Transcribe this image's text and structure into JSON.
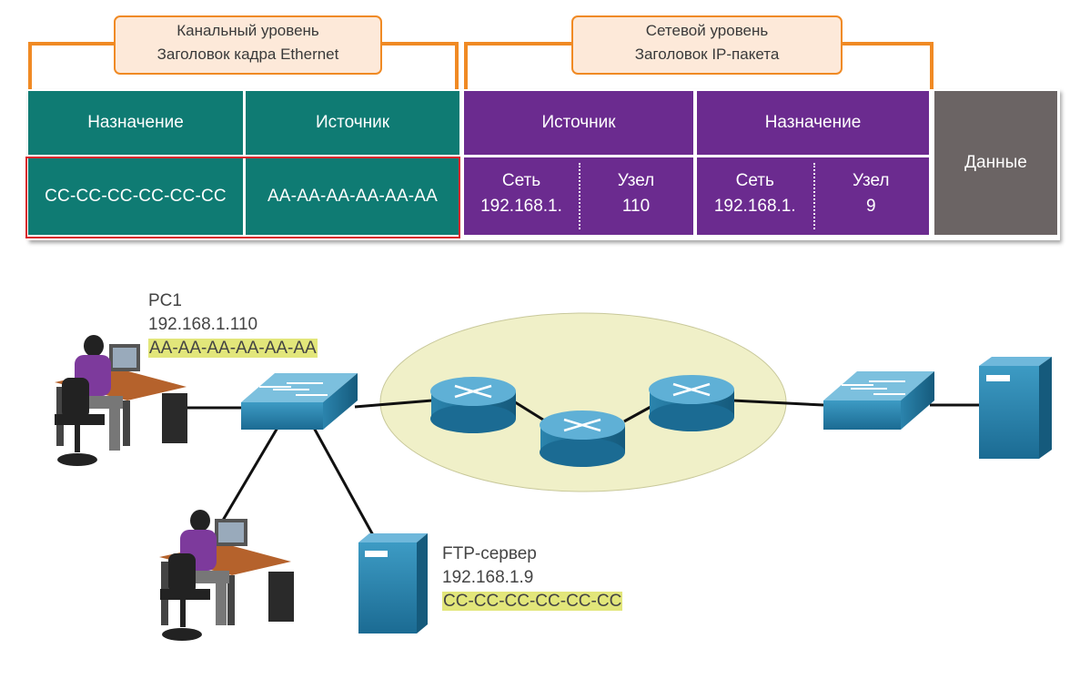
{
  "brackets": {
    "datalink": {
      "line1": "Канальный уровень",
      "line2": "Заголовок кадра Ethernet"
    },
    "network": {
      "line1": "Сетевой уровень",
      "line2": "Заголовок IP-пакета"
    }
  },
  "frame": {
    "dest_mac_header": "Назначение",
    "src_mac_header": "Источник",
    "src_ip_header": "Источник",
    "dest_ip_header": "Назначение",
    "data_label": "Данные",
    "dest_mac_value": "CC-CC-CC-CC-CC-CC",
    "src_mac_value": "AA-AA-AA-AA-AA-AA",
    "src_ip": {
      "net_label": "Сеть",
      "net_value": "192.168.1.",
      "host_label": "Узел",
      "host_value": "110"
    },
    "dest_ip": {
      "net_label": "Сеть",
      "net_value": "192.168.1.",
      "host_label": "Узел",
      "host_value": "9"
    }
  },
  "colors": {
    "datalink": "#0f7b73",
    "network": "#6b2b8f",
    "data": "#6b6464",
    "bracket": "#f08a24",
    "highlight": "#e2e67a",
    "selection": "#d9262c"
  },
  "pc1": {
    "name": "PC1",
    "ip": "192.168.1.110",
    "mac": "AA-AA-AA-AA-AA-AA"
  },
  "ftp": {
    "name": "FTP-сервер",
    "ip": "192.168.1.9",
    "mac": "CC-CC-CC-CC-CC-CC"
  },
  "icons": [
    "pc-workstation-icon",
    "switch-icon",
    "router-icon",
    "server-icon"
  ]
}
